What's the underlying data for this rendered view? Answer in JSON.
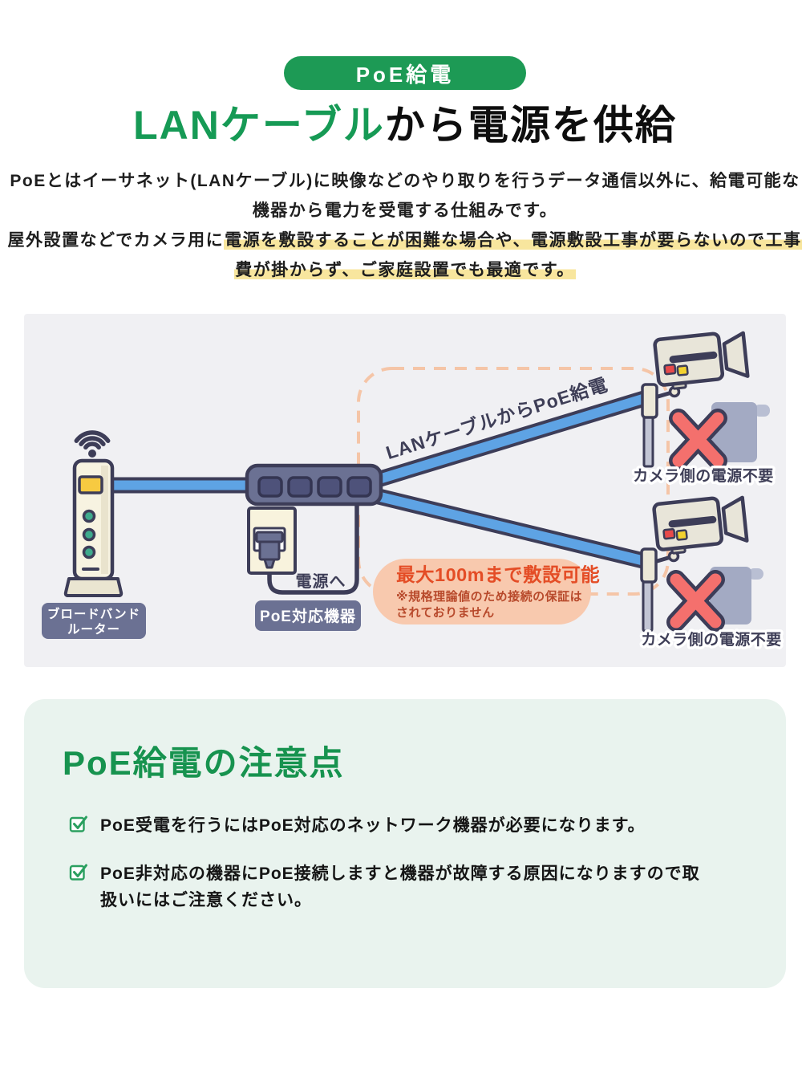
{
  "badge": {
    "label": "PoE給電"
  },
  "title": {
    "accent": "LANケーブル",
    "rest": "から電源を供給"
  },
  "intro": {
    "line1": "PoEとはイーサネット(LANケーブル)に映像などのやり取りを行うデータ通信以外に、給電可能な",
    "line2": "機器から電力を受電する仕組みです。",
    "line3_plain": "屋外設置などでカメラ用に",
    "line3_marked": "電源を敷設することが困難な場合や、電源敷設工事が要らないので工事",
    "line4_marked": "費が掛からず、ご家庭設置でも最適です。"
  },
  "diagram": {
    "router_label": {
      "line1": "ブロードバンド",
      "line2": "ルーター"
    },
    "poe_device_label": "PoE対応機器",
    "power_label": "電源へ",
    "cable_label": "LANケーブルからPoE給電",
    "callout": {
      "title": "最大100mまで敷設可能",
      "note1": "※規格理論値のため接続の保証は",
      "note2": "されておりません"
    },
    "camera_note_top": "カメラ側の電源不要",
    "camera_note_bottom": "カメラ側の電源不要"
  },
  "notes": {
    "title": "PoE給電の注意点",
    "items": [
      "PoE受電を行うにはPoE対応のネットワーク機器が必要になります。",
      "PoE非対応の機器にPoE接続しますと機器が故障する原因になりますので取扱いにはご注意ください。"
    ]
  },
  "colors": {
    "accent_green": "#169a55",
    "badge_green": "#1d9a55",
    "section_title_green": "#17934f",
    "checkbox_green": "#2a9f5f",
    "highlight_yellow": "#f8e69e",
    "panel_gray": "#f0f0f3",
    "notes_mint": "#e9f3ee",
    "outline_navy": "#3d3d58",
    "cable_blue": "#5ea3e4",
    "slate": "#6b7193",
    "dashed_salmon": "#f5c5a7",
    "callout_bg": "#f8c9ae",
    "callout_orange": "#e44d26",
    "callout_rust": "#b84a2c",
    "x_red": "#f4706d",
    "router_ivory": "#f7f3e1",
    "camera_body": "#e8e5d9"
  }
}
